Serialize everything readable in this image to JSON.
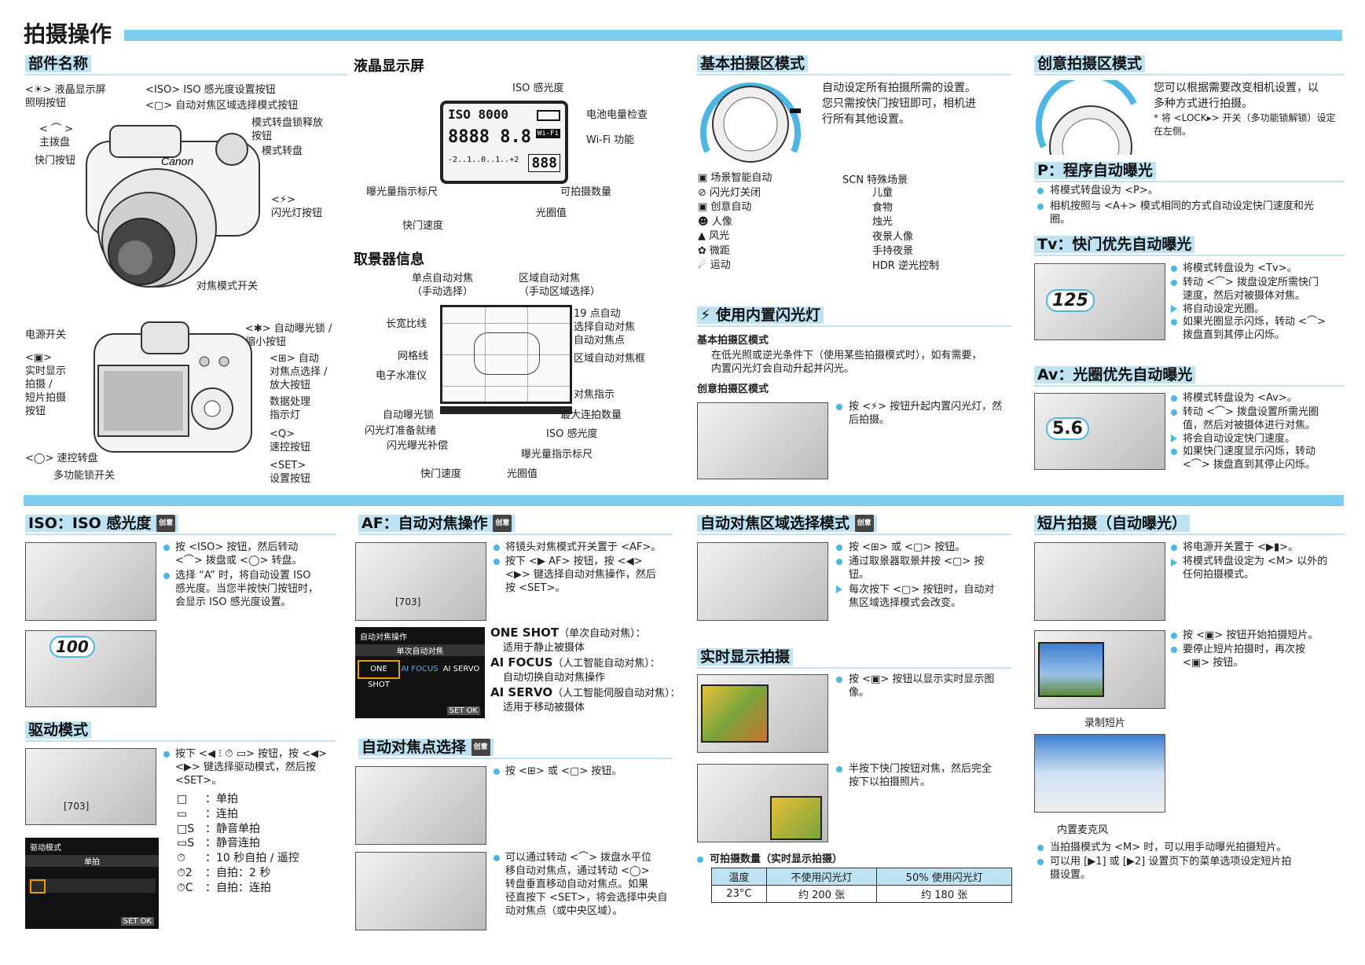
{
  "page_title": "拍摄操作",
  "creative_tag": "创意",
  "parts": {
    "title": "部件名称",
    "labels": {
      "lcd_light": "<☀> 液晶显示屏\n照明按钮",
      "iso": "<ISO> ISO 感光度设置按钮",
      "af_area": "<▢> 自动对焦区域选择模式按钮",
      "dial_release": "模式转盘锁释放\n按钮",
      "main_dial": "< ⌒ >\n主拨盘",
      "mode_dial": "模式转盘",
      "shutter": "快门按钮",
      "flash": "<⚡>\n闪光灯按钮",
      "focus_switch": "对焦模式开关",
      "power": "电源开关",
      "ae_lock": "<✱> 自动曝光锁 /\n缩小按钮",
      "live_view": "<▣>\n实时显示\n拍摄 /\n短片拍摄\n按钮",
      "af_point": "<⊞> 自动\n对焦点选择 /\n放大按钮",
      "access_lamp": "数据处理\n指示灯",
      "quick": "<Q>\n速控按钮",
      "quick_dial": "<◯> 速控转盘",
      "set": "<SET>\n设置按钮",
      "multi_lock": "多功能锁开关"
    }
  },
  "lcd": {
    "title": "液晶显示屏",
    "screen_top": "ISO 8000",
    "screen_mid": "8888 8.8",
    "screen_scale": "-2..1..0..1..+2",
    "screen_shots": "888",
    "labels": {
      "iso": "ISO 感光度",
      "battery": "电池电量检查",
      "wifi": "Wi-Fi 功能",
      "exposure": "曝光量指示标尺",
      "shots": "可拍摄数量",
      "aperture": "光圈值",
      "shutter": "快门速度"
    }
  },
  "viewfinder": {
    "title": "取景器信息",
    "labels": {
      "single": "单点自动对焦\n（手动选择）",
      "zone": "区域自动对焦\n（手动区域选择）",
      "aspect": "长宽比线",
      "points19": "19 点自动\n选择自动对焦",
      "af_point": "自动对焦点",
      "grid": "网格线",
      "zone_frame": "区域自动对焦框",
      "level": "电子水准仪",
      "focus_ind": "对焦指示",
      "ae_lock": "自动曝光锁",
      "burst": "最大连拍数量",
      "flash_ready": "闪光灯准备就绪",
      "iso": "ISO 感光度",
      "fec": "闪光曝光补偿",
      "exp_scale": "曝光量指示标尺",
      "shutter": "快门速度",
      "aperture": "光圈值"
    }
  },
  "basic_zone": {
    "title": "基本拍摄区模式",
    "desc": "自动设定所有拍摄所需的设置。\n您只需按快门按钮即可，相机进\n行所有其他设置。",
    "modes": [
      "场景智能自动",
      "闪光灯关闭",
      "创意自动",
      "人像",
      "风光",
      "微距",
      "运动"
    ],
    "scn_head": "SCN 特殊场景",
    "scn_modes": [
      "儿童",
      "食物",
      "烛光",
      "夜景人像",
      "手持夜景",
      "HDR 逆光控制"
    ]
  },
  "flash": {
    "title": "⚡ 使用内置闪光灯",
    "basic_head": "基本拍摄区模式",
    "basic_text": "在低光照或逆光条件下（使用某些拍摄模式时），如有需要，\n内置闪光灯会自动升起并闪光。",
    "creative_head": "创意拍摄区模式",
    "creative_text": "按 <⚡> 按钮升起内置闪光灯，然\n后拍摄。"
  },
  "creative_zone": {
    "title": "创意拍摄区模式",
    "desc": "您可以根据需要改变相机设置，以\n多种方式进行拍摄。",
    "note": "* 将 <LOCK▸> 开关（多功能锁解锁）设定\n在左侧。",
    "p_title": "P：程序自动曝光",
    "p_items": [
      "将模式转盘设为 <P>。",
      "相机按照与 <A+> 模式相同的方式自动设定快门速度和光\n圈。"
    ],
    "tv_title": "Tv：快门优先自动曝光",
    "tv_items": [
      "将模式转盘设为 <Tv>。",
      "转动 <⌒> 拨盘设定所需快门\n速度，然后对被摄体对焦。",
      "将自动设定光圈。",
      "如果光圈显示闪烁，转动 <⌒>\n拨盘直到其停止闪烁。"
    ],
    "tv_lcd": "125",
    "av_title": "Av：光圈优先自动曝光",
    "av_items": [
      "将模式转盘设为 <Av>。",
      "转动 <⌒> 拨盘设置所需光圈\n值，然后对被摄体进行对焦。",
      "将会自动设定快门速度。",
      "如果快门速度显示闪烁，转动\n<⌒> 拨盘直到其停止闪烁。"
    ],
    "av_lcd": "5.6"
  },
  "iso_sec": {
    "title": "ISO：ISO 感光度",
    "items": [
      "按 <ISO> 按钮，然后转动\n<⌒> 拨盘或 <◯> 转盘。",
      "选择 “A” 时，将自动设置 ISO\n感光度。当您半按快门按钮时，\n会显示 ISO 感光度设置。"
    ],
    "lcd": "100"
  },
  "drive": {
    "title": "驱动模式",
    "items": [
      "按下 <◀ ⁝ ⏱ ▭> 按钮，按 <◀>\n<▶> 键选择驱动模式，然后按\n<SET>。"
    ],
    "list": [
      [
        "□",
        "单拍"
      ],
      [
        "▭",
        "连拍"
      ],
      [
        "□S",
        "静音单拍"
      ],
      [
        "▭S",
        "静音连拍"
      ],
      [
        "⏱",
        "10 秒自拍 / 遥控"
      ],
      [
        "⏱2",
        "自拍：2 秒"
      ],
      [
        "⏱C",
        "自拍：连拍"
      ]
    ],
    "screen_title": "驱动模式",
    "screen_sub": "单拍",
    "screen_count": "[703]",
    "screen_ok": "SET OK"
  },
  "af_op": {
    "title": "AF：自动对焦操作",
    "items": [
      "将镜头对焦模式开关置于 <AF>。",
      "按下 <▶ AF> 按钮，按 <◀>\n<▶> 键选择自动对焦操作，然后\n按 <SET>。"
    ],
    "screen_title": "自动对焦操作",
    "screen_sub": "单次自动对焦",
    "options": [
      "ONE SHOT",
      "AI FOCUS",
      "AI SERVO"
    ],
    "screen_ok": "SET OK",
    "screen_count": "[703]",
    "desc": [
      [
        "ONE SHOT",
        "（单次自动对焦）：",
        "适用于静止被摄体"
      ],
      [
        "AI FOCUS",
        "（人工智能自动对焦）：",
        "自动切换自动对焦操作"
      ],
      [
        "AI SERVO",
        "（人工智能伺服自动对焦）：",
        "适用于移动被摄体"
      ]
    ]
  },
  "af_point_sec": {
    "title": "自动对焦点选择",
    "item1": "按 <⊞> 或 <▢> 按钮。",
    "item2": "可以通过转动 <⌒> 拨盘水平位\n移自动对焦点，通过转动 <◯>\n转盘垂直移动自动对焦点。如果\n径直按下 <SET>，将会选择中央自\n动对焦点（或中央区域）。"
  },
  "af_area_sec": {
    "title": "自动对焦区域选择模式",
    "items": [
      "按 <⊞> 或 <▢> 按钮。",
      "通过取景器取景并按 <▢> 按\n钮。",
      "每次按下 <▢> 按钮时，自动对\n焦区域选择模式会改变。"
    ]
  },
  "liveview": {
    "title": "实时显示拍摄",
    "item1": "按 <▣> 按钮以显示实时显示图\n像。",
    "item2": "半按下快门按钮对焦，然后完全\n按下以拍摄照片。",
    "table_title": "可拍摄数量（实时显示拍摄）",
    "table_head": [
      "温度",
      "不使用闪光灯",
      "50% 使用闪光灯"
    ],
    "table_row": [
      "23°C",
      "约 200 张",
      "约 180 张"
    ]
  },
  "movie": {
    "title": "短片拍摄（自动曝光）",
    "items1": [
      "将电源开关置于 <▶▮>。",
      "将模式转盘设定为 <M> 以外的\n任何拍摄模式。"
    ],
    "items2": [
      "按 <▣> 按钮开始拍摄短片。",
      "要停止短片拍摄时，再次按\n<▣> 按钮。"
    ],
    "cap_recording": "录制短片",
    "cap_mic": "内置麦克风",
    "items3": [
      "当拍摄模式为 <M> 时，可以用手动曝光拍摄短片。",
      "可以用 [▶1] 或 [▶2] 设置页下的菜单选项设定短片拍\n摄设置。"
    ]
  }
}
